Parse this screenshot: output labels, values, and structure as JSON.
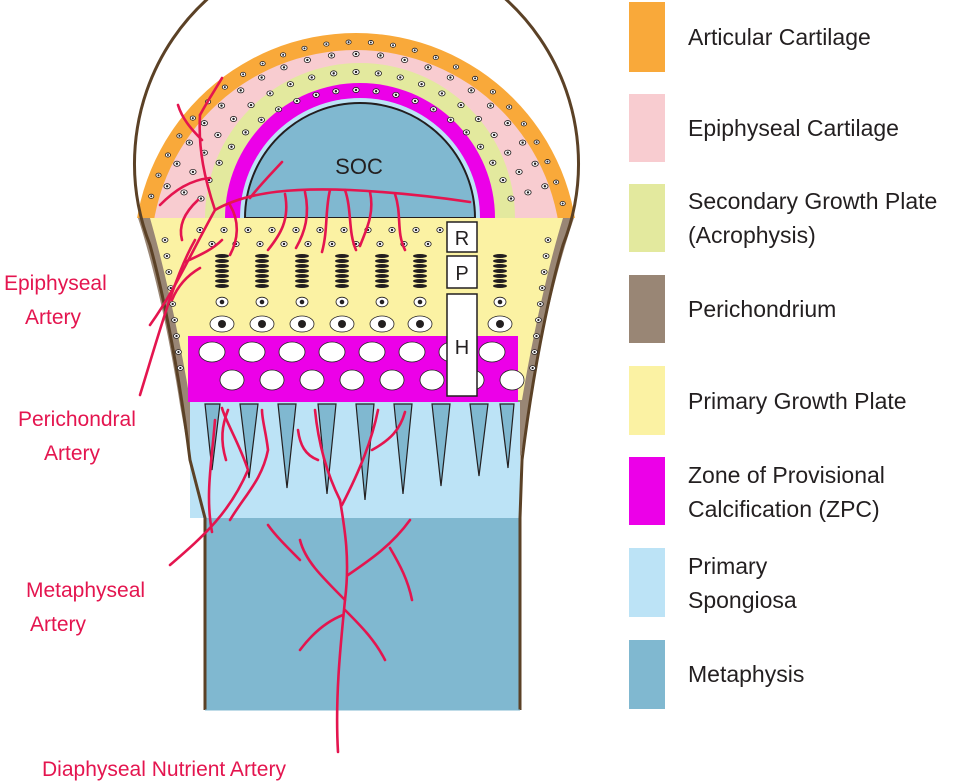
{
  "soc_label": "SOC",
  "zone_boxes": [
    {
      "letter": "R"
    },
    {
      "letter": "P"
    },
    {
      "letter": "H"
    }
  ],
  "artery_labels": [
    {
      "lines": [
        "Epiphyseal",
        "Artery"
      ]
    },
    {
      "lines": [
        "Perichondral",
        "Artery"
      ]
    },
    {
      "lines": [
        "Metaphyseal",
        "Artery"
      ]
    },
    {
      "lines": [
        "Diaphyseal Nutrient Artery"
      ]
    }
  ],
  "legend": [
    {
      "lines": [
        "Articular Cartilage"
      ],
      "color": "#f9a93a"
    },
    {
      "lines": [
        "Epiphyseal Cartilage"
      ],
      "color": "#f8ccd0"
    },
    {
      "lines": [
        "Secondary Growth Plate",
        "(Acrophysis)"
      ],
      "color": "#e3e99e"
    },
    {
      "lines": [
        "Perichondrium"
      ],
      "color": "#998675"
    },
    {
      "lines": [
        "Primary Growth Plate"
      ],
      "color": "#fbf2a3"
    },
    {
      "lines": [
        "Zone of Provisional",
        "Calcification (ZPC)"
      ],
      "color": "#ec00e8"
    },
    {
      "lines": [
        "Primary",
        "Spongiosa"
      ],
      "color": "#bce3f6"
    },
    {
      "lines": [
        "Metaphysis"
      ],
      "color": "#80b8d0"
    }
  ],
  "colors": {
    "artery": "#e4154f",
    "outline": "#5b4126",
    "ink": "#231f20"
  }
}
